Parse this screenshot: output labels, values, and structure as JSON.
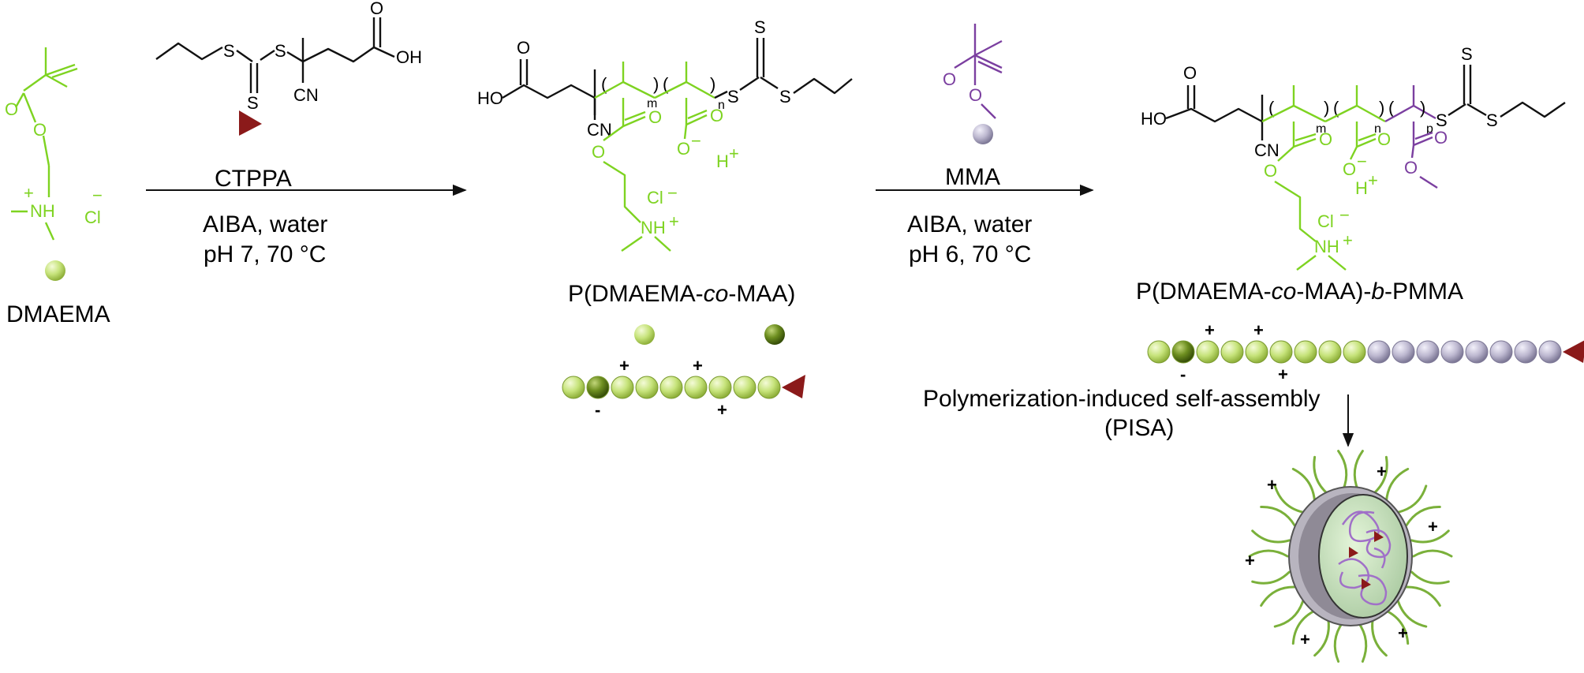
{
  "colors": {
    "monomer_green": "#7ed321",
    "bead_light_green": "#c6e37a",
    "bead_dark_green": "#5a7a1a",
    "bead_lavender": "#b8b4cc",
    "cta_red": "#8b1a1a",
    "mma_purple": "#7b3fa0"
  },
  "monomer_1": {
    "name": "DMAEMA",
    "counterion": "Cl",
    "charge_plus": "+",
    "charge_minus": "−",
    "atoms": {
      "o1": "O",
      "o2": "O",
      "nh": "NH"
    }
  },
  "step_1": {
    "reagent_name": "CTPPA",
    "conditions_line1": "AIBA, water",
    "conditions_line2": "pH 7, 70 °C",
    "atoms": {
      "s1": "S",
      "s2": "S",
      "s3": "S",
      "cn": "CN",
      "o": "O",
      "oh": "OH"
    }
  },
  "product_1": {
    "name_prefix": "P(DMAEMA-",
    "name_italic": "co",
    "name_suffix": "-MAA)",
    "atoms": {
      "ho": "HO",
      "o1": "O",
      "cn": "CN",
      "o2": "O",
      "o3": "O",
      "o4": "O",
      "ominus": "O",
      "minus": "−",
      "hplus": "H",
      "plus": "+",
      "cl": "Cl",
      "nh": "NH",
      "s1": "S",
      "s2": "S",
      "s3": "S",
      "m": "m",
      "n": "n"
    },
    "chain_charges": [
      "+",
      "+",
      "+",
      "-"
    ]
  },
  "step_2": {
    "reagent_name": "MMA",
    "conditions_line1": "AIBA, water",
    "conditions_line2": "pH 6, 70 °C",
    "atoms": {
      "o1": "O",
      "o2": "O"
    }
  },
  "product_2": {
    "name_prefix": "P(DMAEMA-",
    "name_italic_1": "co",
    "name_middle": "-MAA)-",
    "name_italic_2": "b",
    "name_suffix": "-PMMA",
    "atoms": {
      "ho": "HO",
      "o1": "O",
      "cn": "CN",
      "o2": "O",
      "o3": "O",
      "o4": "O",
      "ominus": "O",
      "o5": "O",
      "o6": "O",
      "minus": "−",
      "hplus": "H",
      "plus": "+",
      "cl": "Cl",
      "nh": "NH",
      "s1": "S",
      "s2": "S",
      "s3": "S",
      "m": "m",
      "n": "n",
      "p": "p"
    },
    "chain_charges": [
      "+",
      "+",
      "+",
      "-"
    ]
  },
  "pisa": {
    "line1": "Polymerization-induced self-assembly",
    "line2": "(PISA)",
    "micelle_charges": [
      "+",
      "+",
      "+",
      "+",
      "+",
      "+"
    ]
  }
}
